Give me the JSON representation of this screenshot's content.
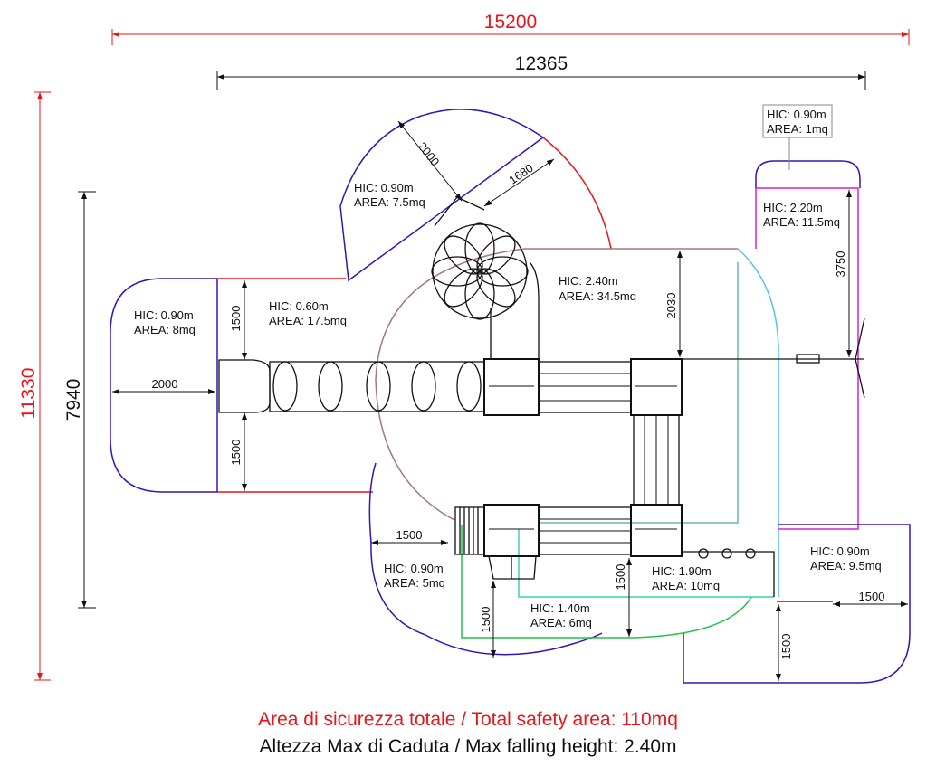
{
  "dimensions": {
    "total_width": "15200",
    "structure_width": "12365",
    "total_height": "11330",
    "structure_height": "7940",
    "slide_zone_depth": "2000",
    "slide_zone_width": "1680",
    "tunnel_top": "1500",
    "tunnel_bottom": "1500",
    "left_zone_width": "2000",
    "tower_clearance": "2030",
    "swing_zone": "3750",
    "stair_left": "1500",
    "bridge_bottom": "1500",
    "stair_bottom": "1500",
    "right_bottom_width": "1500",
    "right_bottom_depth": "1500"
  },
  "zones": [
    {
      "id": "slide",
      "hic": "HIC: 0.90m",
      "area": "AREA: 7.5mq"
    },
    {
      "id": "swing-top",
      "hic": "HIC: 0.90m",
      "area": "AREA: 1mq"
    },
    {
      "id": "swing",
      "hic": "HIC: 2.20m",
      "area": "AREA: 11.5mq"
    },
    {
      "id": "left-end",
      "hic": "HIC: 0.90m",
      "area": "AREA: 8mq"
    },
    {
      "id": "tunnel",
      "hic": "HIC: 0.60m",
      "area": "AREA: 17.5mq"
    },
    {
      "id": "tower",
      "hic": "HIC: 2.40m",
      "area": "AREA: 34.5mq"
    },
    {
      "id": "stairs",
      "hic": "HIC: 0.90m",
      "area": "AREA: 5mq"
    },
    {
      "id": "platform-low",
      "hic": "HIC: 1.40m",
      "area": "AREA: 6mq"
    },
    {
      "id": "bridge",
      "hic": "HIC: 1.90m",
      "area": "AREA: 10mq"
    },
    {
      "id": "right-bottom",
      "hic": "HIC: 0.90m",
      "area": "AREA: 9.5mq"
    }
  ],
  "footer": {
    "total_area": "Area di sicurezza totale / Total safety area: 110mq",
    "max_height": "Altezza Max di Caduta / Max falling height: 2.40m"
  },
  "colors": {
    "red": "#e8141b",
    "blue": "#3a12b4",
    "magenta": "#d61fd1",
    "green": "#22c248",
    "cyan": "#4cc4e8",
    "brown": "#a07a78"
  }
}
